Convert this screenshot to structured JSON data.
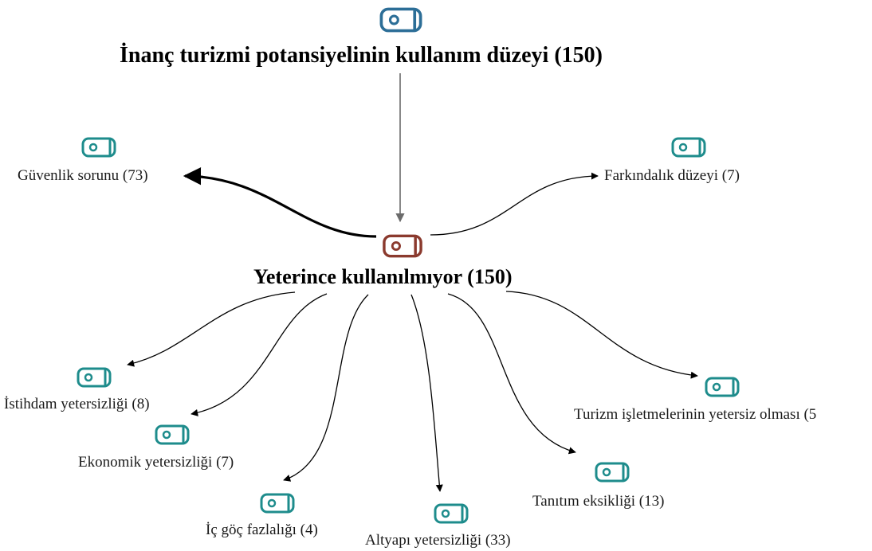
{
  "root": {
    "label": "İnanç turizmi potansiyelinin kullanım düzeyi (150)",
    "icon": "code-tag-icon",
    "color": "#2c6e97"
  },
  "hub": {
    "label": "Yeterince kullanılmıyor (150)",
    "icon": "code-tag-icon",
    "color": "#8b3a2e"
  },
  "children": [
    {
      "label": "Güvenlik sorunu (73)",
      "icon": "code-tag-icon",
      "color": "#1e8c8c"
    },
    {
      "label": "Farkındalık düzeyi (7)",
      "icon": "code-tag-icon",
      "color": "#1e8c8c"
    },
    {
      "label": "İstihdam yetersizliği (8)",
      "icon": "code-tag-icon",
      "color": "#1e8c8c"
    },
    {
      "label": "Ekonomik yetersizliği (7)",
      "icon": "code-tag-icon",
      "color": "#1e8c8c"
    },
    {
      "label": "İç göç fazlalığı (4)",
      "icon": "code-tag-icon",
      "color": "#1e8c8c"
    },
    {
      "label": "Altyapı yetersizliği (33)",
      "icon": "code-tag-icon",
      "color": "#1e8c8c"
    },
    {
      "label": "Tanıtım eksikliği (13)",
      "icon": "code-tag-icon",
      "color": "#1e8c8c"
    },
    {
      "label": "Turizm işletmelerinin yetersiz olması (5",
      "icon": "code-tag-icon",
      "color": "#1e8c8c"
    }
  ]
}
